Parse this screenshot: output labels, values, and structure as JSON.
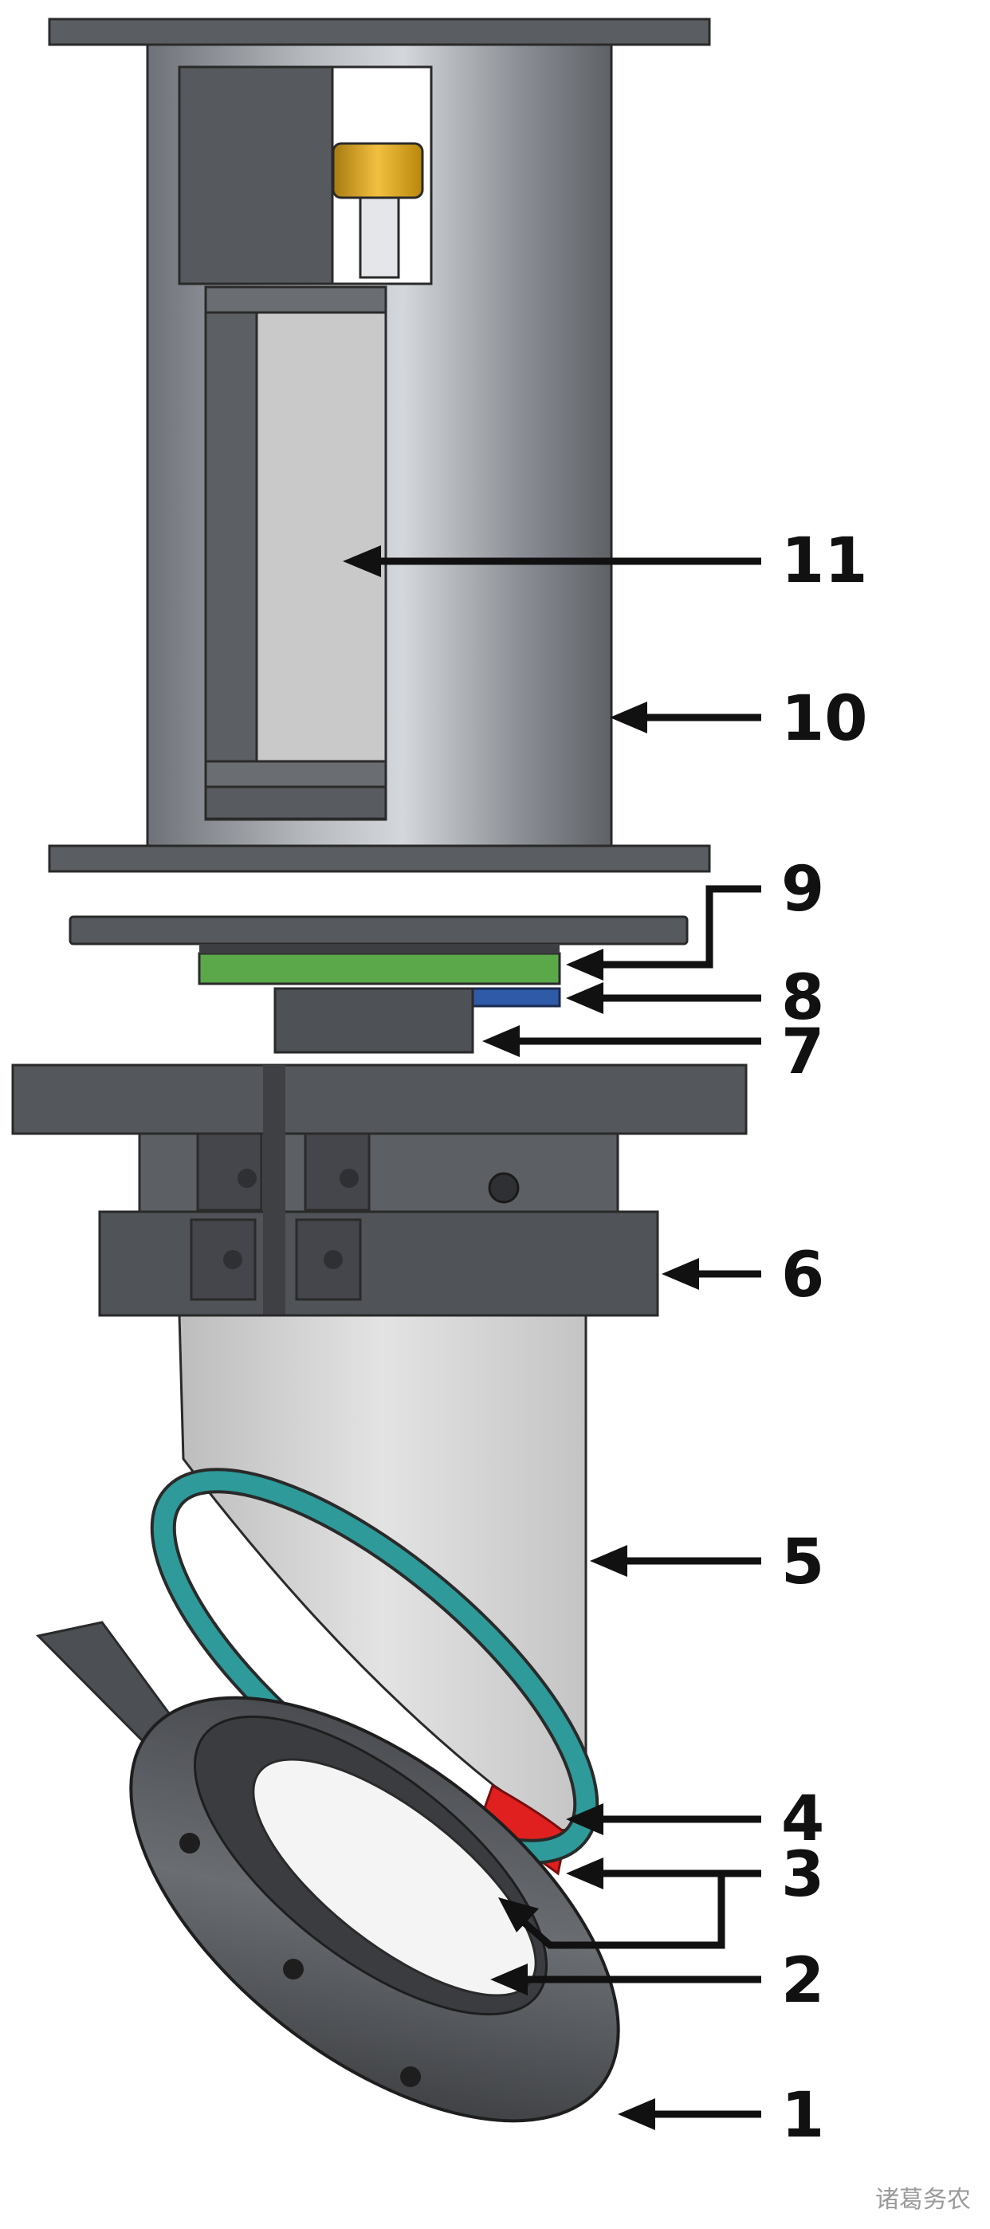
{
  "callouts": {
    "n1": "1",
    "n2": "2",
    "n3": "3",
    "n4": "4",
    "n5": "5",
    "n6": "6",
    "n7": "7",
    "n8": "8",
    "n9": "9",
    "n10": "10",
    "n11": "11"
  },
  "watermark": "诸葛务农",
  "colors": {
    "body_gray": "#8f939a",
    "dark_metal": "#4a4c50",
    "light_tube": "#d6d6d6",
    "gold_cap": "#d9a520",
    "green_ring": "#5aa84a",
    "blue_strip": "#2e5aa8",
    "teal_ring": "#2e9a9a",
    "red_seal": "#e0201e",
    "arrow": "#111111"
  }
}
